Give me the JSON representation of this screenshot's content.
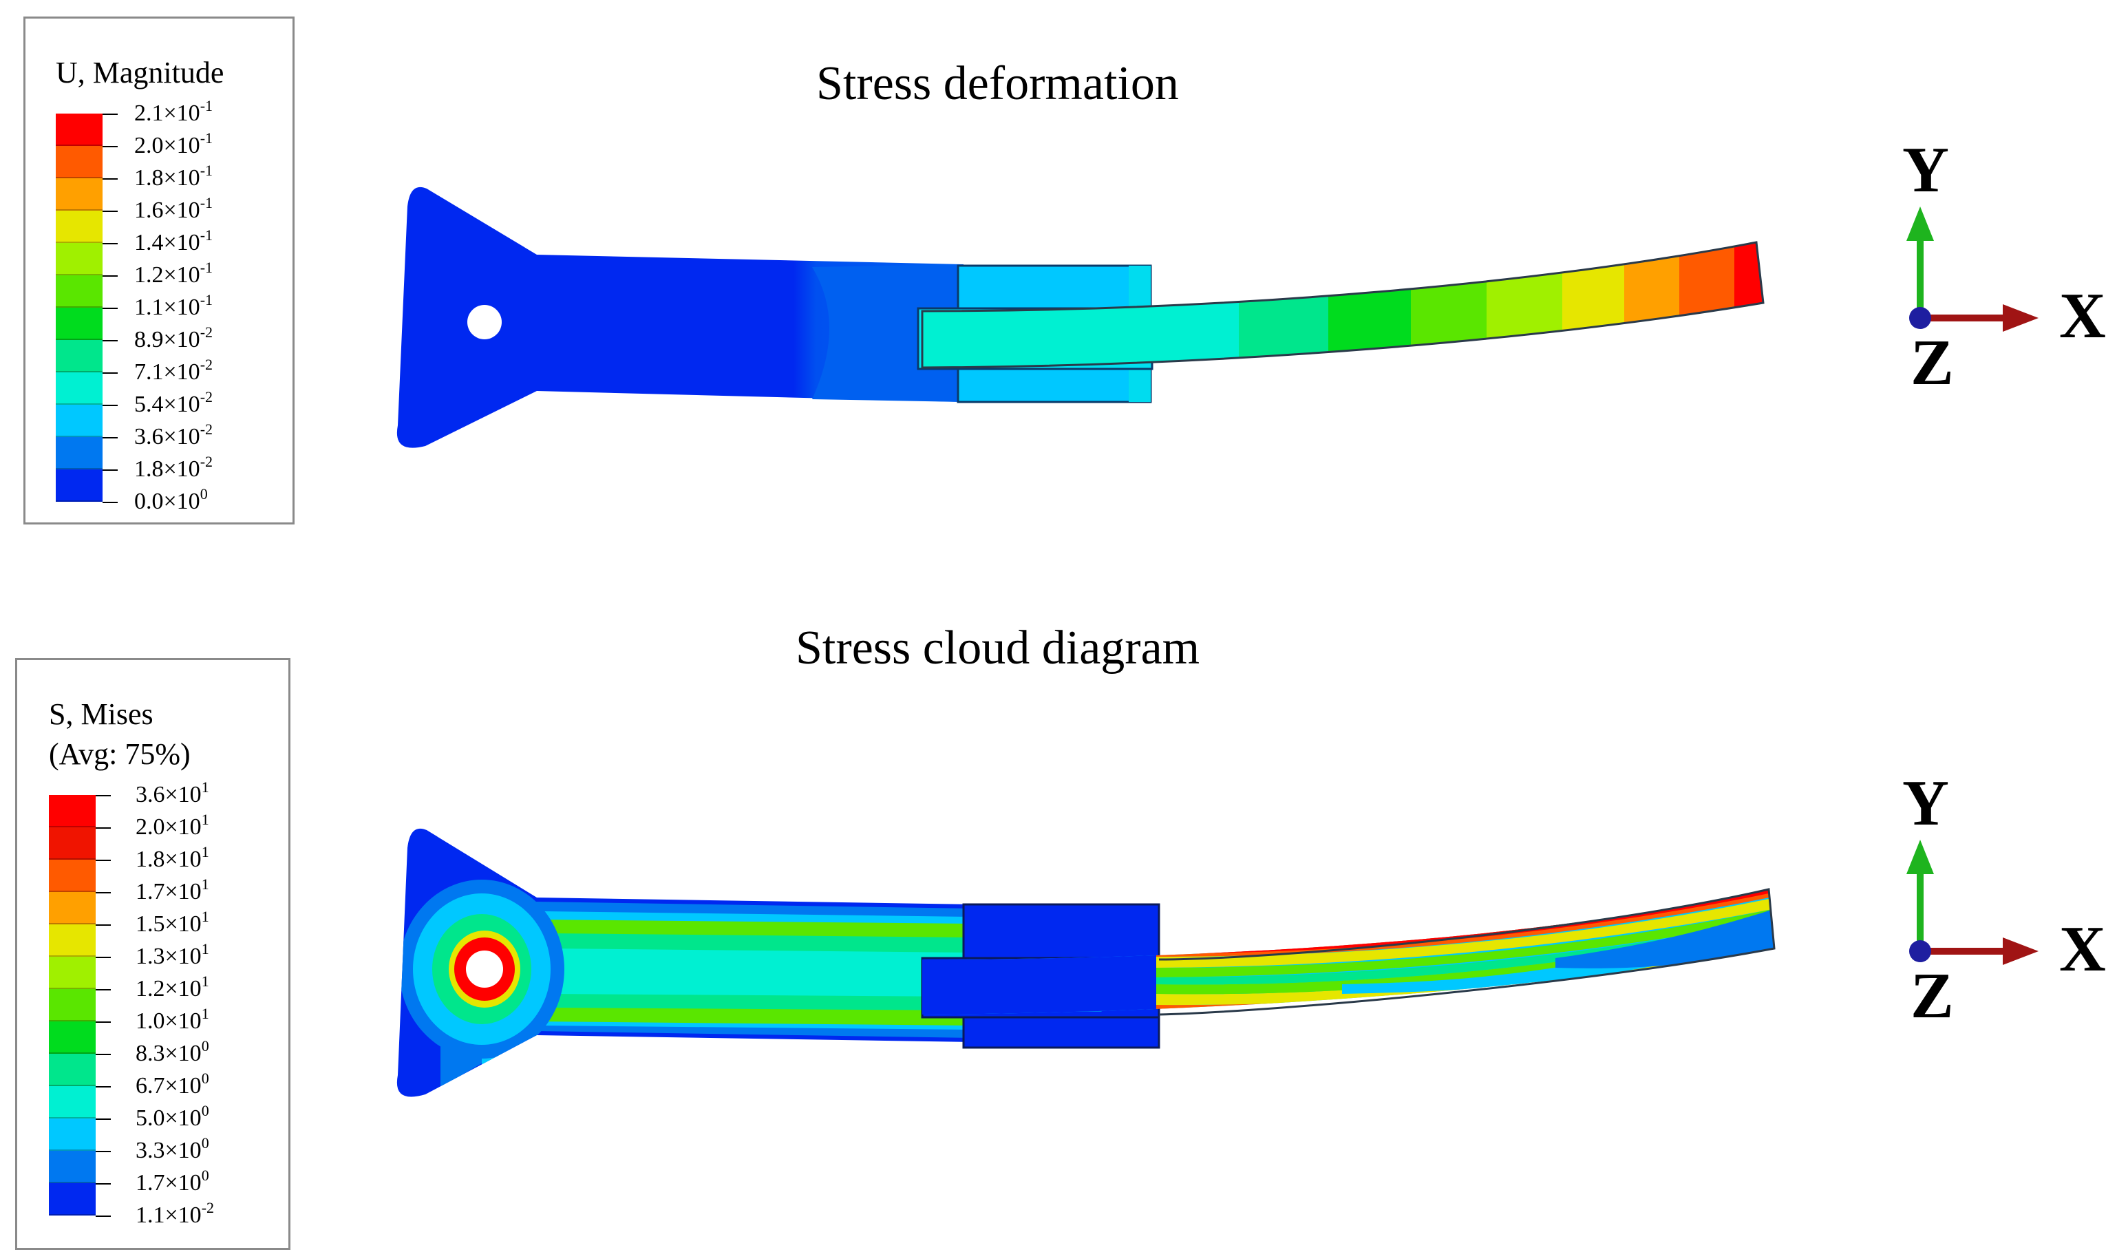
{
  "panels": [
    {
      "id": "deformation",
      "title": "Stress deformation",
      "legend": {
        "title_lines": [
          "U, Magnitude"
        ],
        "levels": [
          {
            "mantissa": "2.1",
            "exp": "-1",
            "color": "#FF0000"
          },
          {
            "mantissa": "2.0",
            "exp": "-1",
            "color": "#FF5A00"
          },
          {
            "mantissa": "1.8",
            "exp": "-1",
            "color": "#FFA000"
          },
          {
            "mantissa": "1.6",
            "exp": "-1",
            "color": "#E6E600"
          },
          {
            "mantissa": "1.4",
            "exp": "-1",
            "color": "#A0F000"
          },
          {
            "mantissa": "1.2",
            "exp": "-1",
            "color": "#5AE600"
          },
          {
            "mantissa": "1.1",
            "exp": "-1",
            "color": "#00DC1E"
          },
          {
            "mantissa": "8.9",
            "exp": "-2",
            "color": "#00E68C"
          },
          {
            "mantissa": "7.1",
            "exp": "-2",
            "color": "#00F0D2"
          },
          {
            "mantissa": "5.4",
            "exp": "-2",
            "color": "#00C8FF"
          },
          {
            "mantissa": "3.6",
            "exp": "-2",
            "color": "#0078F0"
          },
          {
            "mantissa": "1.8",
            "exp": "-2",
            "color": "#0028F0"
          },
          {
            "mantissa": "0.0",
            "exp": "0",
            "color": null
          }
        ]
      },
      "triad": {
        "y_label": "Y",
        "x_label": "X",
        "z_label": "Z"
      }
    },
    {
      "id": "mises",
      "title": "Stress cloud diagram",
      "legend": {
        "title_lines": [
          "S, Mises",
          "(Avg: 75%)"
        ],
        "levels": [
          {
            "mantissa": "3.6",
            "exp": "1",
            "color": "#FF0000"
          },
          {
            "mantissa": "2.0",
            "exp": "1",
            "color": "#F01400"
          },
          {
            "mantissa": "1.8",
            "exp": "1",
            "color": "#FF5A00"
          },
          {
            "mantissa": "1.7",
            "exp": "1",
            "color": "#FFA000"
          },
          {
            "mantissa": "1.5",
            "exp": "1",
            "color": "#E6E600"
          },
          {
            "mantissa": "1.3",
            "exp": "1",
            "color": "#A0F000"
          },
          {
            "mantissa": "1.2",
            "exp": "1",
            "color": "#5AE600"
          },
          {
            "mantissa": "1.0",
            "exp": "1",
            "color": "#00DC1E"
          },
          {
            "mantissa": "8.3",
            "exp": "0",
            "color": "#00E68C"
          },
          {
            "mantissa": "6.7",
            "exp": "0",
            "color": "#00F0D2"
          },
          {
            "mantissa": "5.0",
            "exp": "0",
            "color": "#00C8FF"
          },
          {
            "mantissa": "3.3",
            "exp": "0",
            "color": "#0078F0"
          },
          {
            "mantissa": "1.7",
            "exp": "0",
            "color": "#0028F0"
          },
          {
            "mantissa": "1.1",
            "exp": "-2",
            "color": null
          }
        ]
      },
      "triad": {
        "y_label": "Y",
        "x_label": "X",
        "z_label": "Z"
      }
    }
  ],
  "colors": {
    "fixed_blue": "#0028F0",
    "axis_x": "#A01414",
    "axis_y": "#1EB41E",
    "axis_z": "#1E1EA0",
    "legend_border": "#8A8A8A"
  }
}
